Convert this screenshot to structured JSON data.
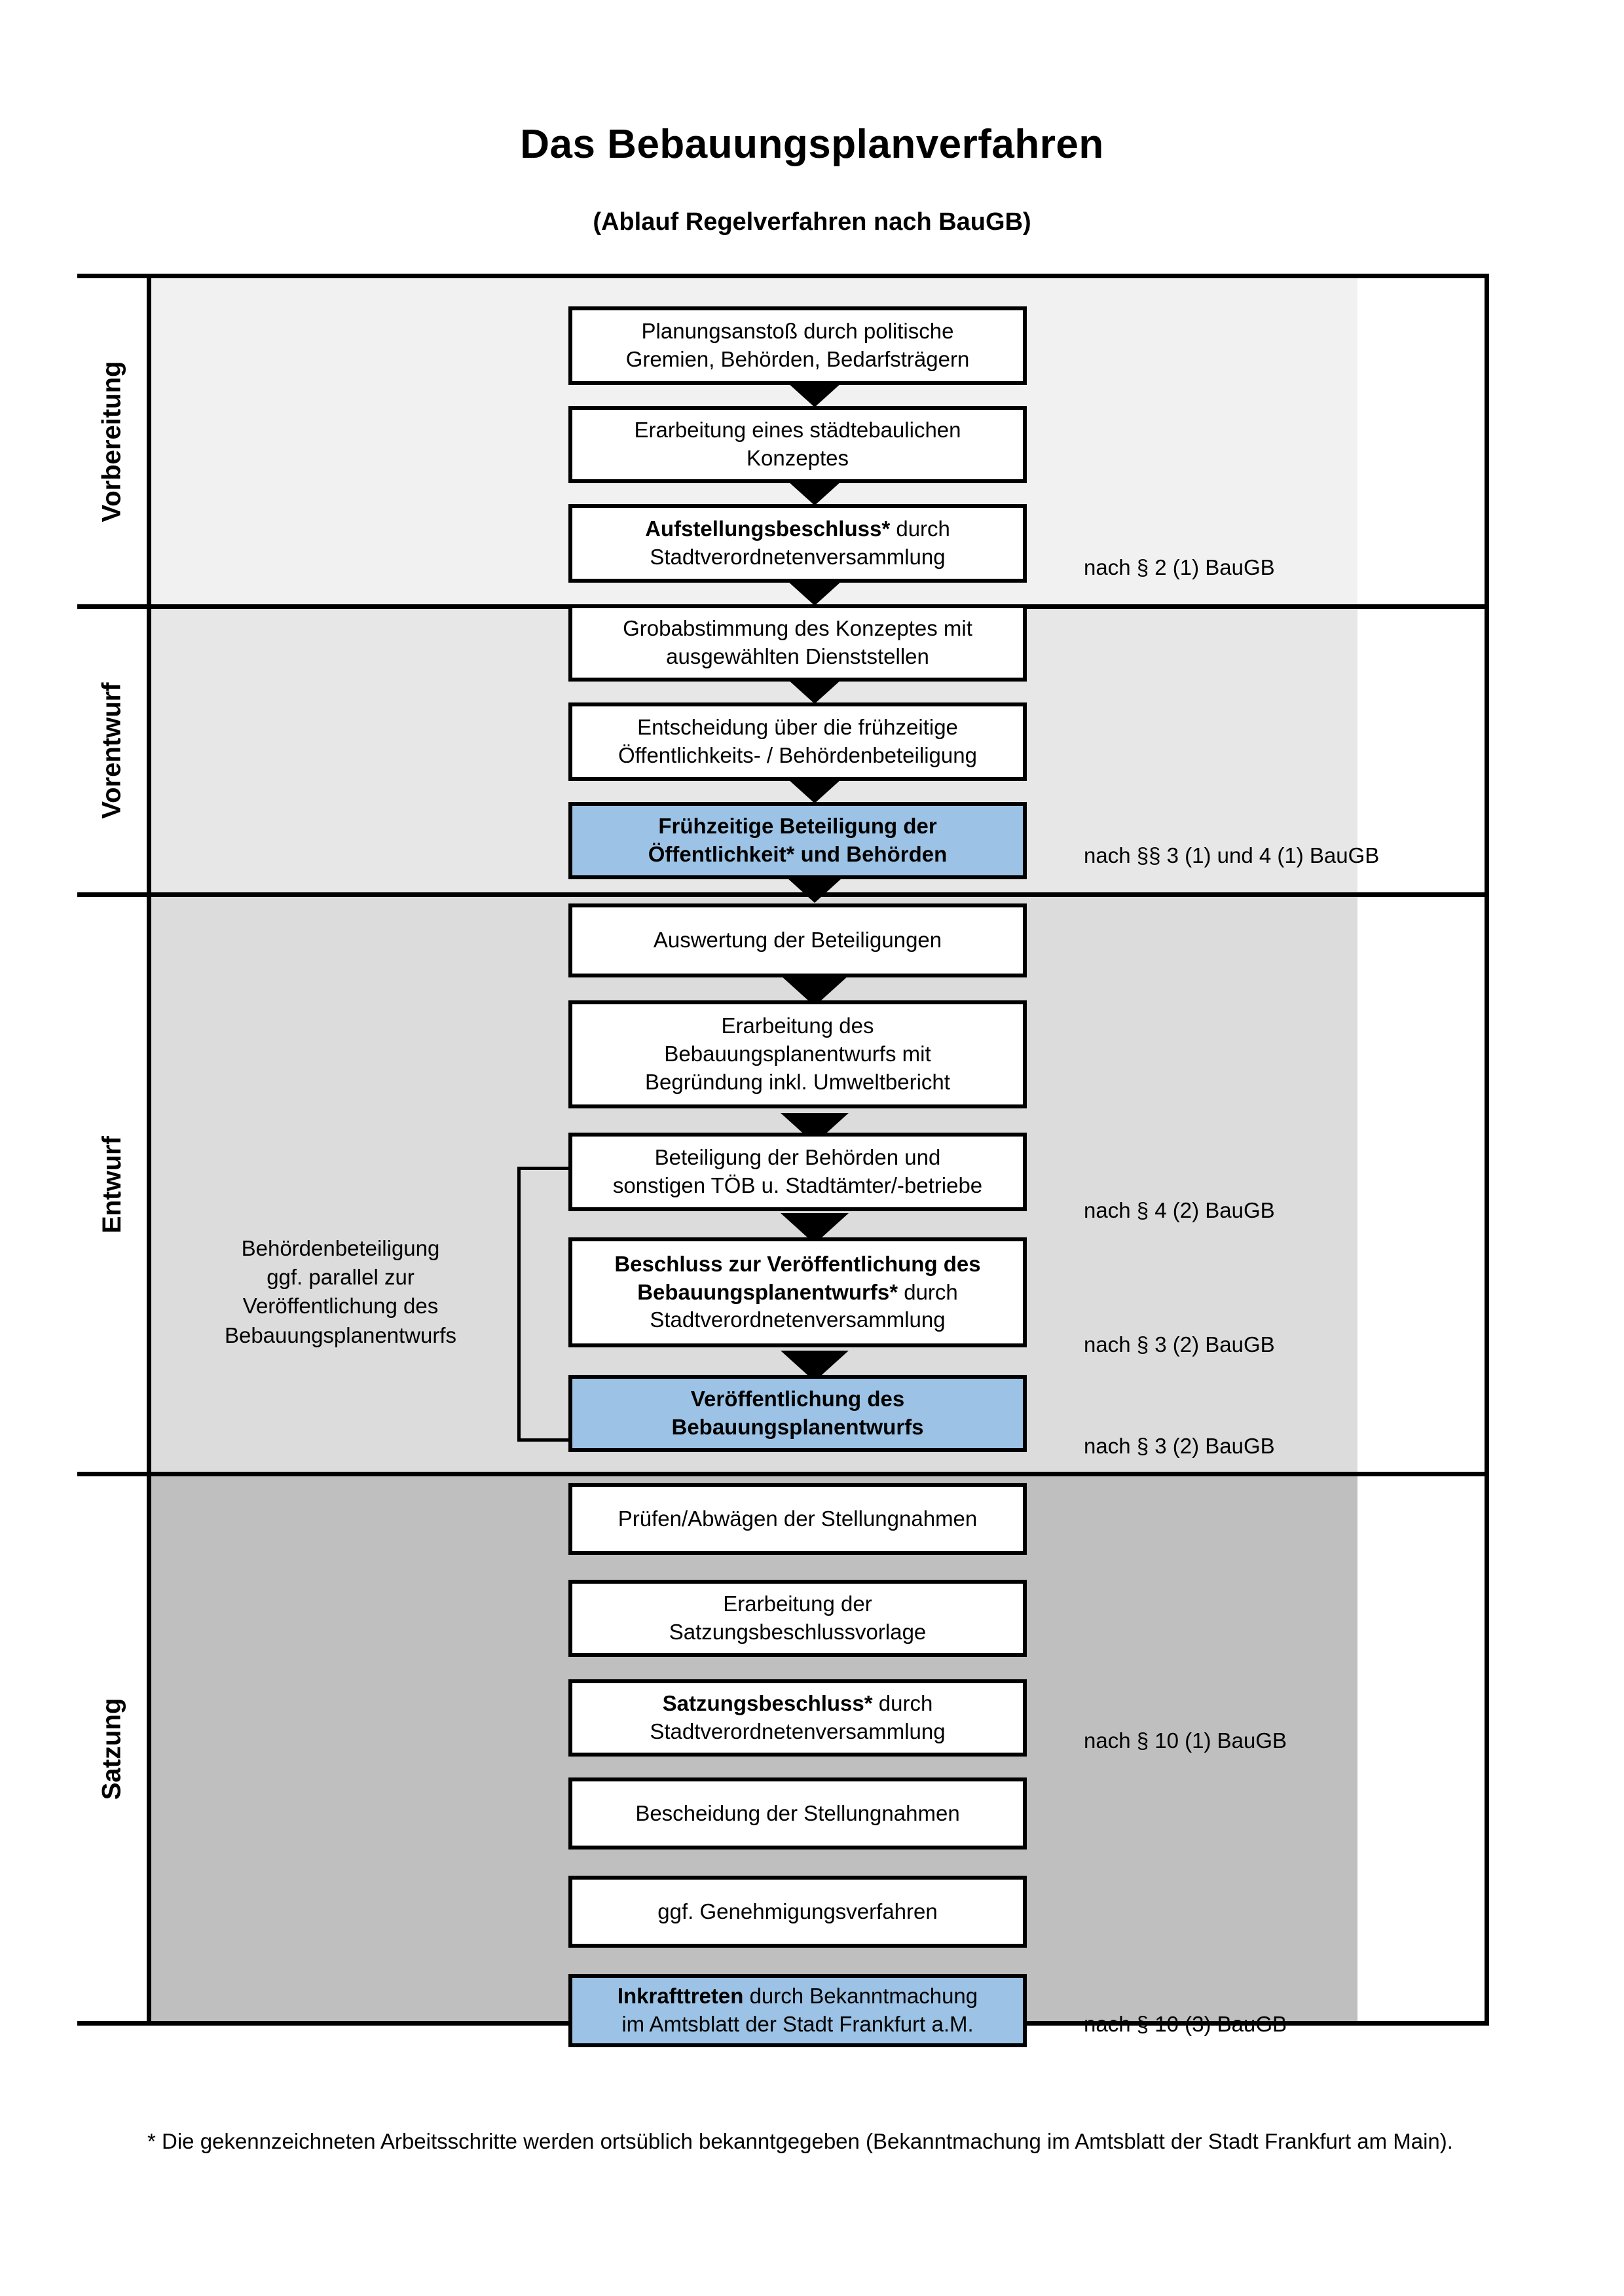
{
  "header": {
    "title": "Das Bebauungsplanverfahren",
    "subtitle": "(Ablauf Regelverfahren nach BauGB)"
  },
  "stages": [
    {
      "label": "Vorbereitung"
    },
    {
      "label": "Vorentwurf"
    },
    {
      "label": "Entwurf"
    },
    {
      "label": "Satzung"
    }
  ],
  "steps": [
    {
      "id": "planungsanstoss",
      "lines": [
        "Planungsanstoß durch politische",
        "Gremien, Behörden, Bedarfsträgern"
      ],
      "bold": false,
      "highlight": false
    },
    {
      "id": "staedtebauliches-konzept",
      "lines": [
        "Erarbeitung eines städtebaulichen",
        "Konzeptes"
      ],
      "bold": false,
      "highlight": false
    },
    {
      "id": "aufstellungsbeschluss",
      "lines": [
        "Aufstellungsbeschluss* durch",
        "Stadtverordnetenversammlung"
      ],
      "bold": true,
      "boldLine": 0,
      "highlight": false
    },
    {
      "id": "grobabstimmung",
      "lines": [
        "Grobabstimmung des Konzeptes mit",
        "ausgewählten Dienststellen"
      ],
      "bold": false,
      "highlight": false
    },
    {
      "id": "entscheidung-fruehzeitige-beteiligung",
      "lines": [
        "Entscheidung über die frühzeitige",
        "Öffentlichkeits- / Behördenbeteiligung"
      ],
      "bold": false,
      "highlight": false
    },
    {
      "id": "fruehzeitige-beteiligung",
      "lines": [
        "Frühzeitige Beteiligung der",
        "Öffentlichkeit* und Behörden"
      ],
      "bold": true,
      "highlight": true
    },
    {
      "id": "auswertung-beteiligungen",
      "lines": [
        "Auswertung der Beteiligungen"
      ],
      "bold": false,
      "highlight": false
    },
    {
      "id": "erarbeitung-bebauungsplanentwurf",
      "lines": [
        "Erarbeitung des",
        "Bebauungsplanentwurfs mit",
        "Begründung inkl. Umweltbericht"
      ],
      "bold": false,
      "highlight": false
    },
    {
      "id": "beteiligung-behoerden-toeb",
      "lines": [
        "Beteiligung der Behörden und",
        "sonstigen TÖB u. Stadtämter/-betriebe"
      ],
      "bold": false,
      "highlight": false
    },
    {
      "id": "beschluss-veroeffentlichung",
      "lines": [
        "Beschluss zur Veröffentlichung des",
        "Bebauungsplanentwurfs* durch",
        "Stadtverordnetenversammlung"
      ],
      "bold": true,
      "boldLine": 1,
      "highlight": false
    },
    {
      "id": "veroeffentlichung-entwurf",
      "lines": [
        "Veröffentlichung des",
        "Bebauungsplanentwurfs"
      ],
      "bold": true,
      "highlight": true
    },
    {
      "id": "pruefen-abwaegen",
      "lines": [
        "Prüfen/Abwägen der Stellungnahmen"
      ],
      "bold": false,
      "highlight": false
    },
    {
      "id": "satzungsbeschlussvorlage",
      "lines": [
        "Erarbeitung der",
        "Satzungsbeschlussvorlage"
      ],
      "bold": false,
      "highlight": false
    },
    {
      "id": "satzungsbeschluss",
      "lines": [
        "Satzungsbeschluss* durch",
        "Stadtverordnetenversammlung"
      ],
      "bold": true,
      "boldLine": 0,
      "highlight": false
    },
    {
      "id": "bescheidung-stellungnahmen",
      "lines": [
        "Bescheidung der Stellungnahmen"
      ],
      "bold": false,
      "highlight": false
    },
    {
      "id": "genehmigungsverfahren",
      "lines": [
        "ggf. Genehmigungsverfahren"
      ],
      "bold": false,
      "highlight": false
    },
    {
      "id": "inkrafttreten",
      "lines": [
        "Inkrafttreten durch Bekanntmachung",
        "im Amtsblatt der Stadt Frankfurt a.M."
      ],
      "bold": true,
      "boldLine": 0,
      "highlight": true
    }
  ],
  "step_text": {
    "s0_l0": "Planungsanstoß durch politische",
    "s0_l1": "Gremien, Behörden, Bedarfsträgern",
    "s1_l0": "Erarbeitung eines städtebaulichen",
    "s1_l1": "Konzeptes",
    "s2_b": "Aufstellungsbeschluss*",
    "s2_r": " durch",
    "s2_l1": "Stadtverordnetenversammlung",
    "s3_l0": "Grobabstimmung des Konzeptes mit",
    "s3_l1": "ausgewählten Dienststellen",
    "s4_l0": "Entscheidung über die frühzeitige",
    "s4_l1": "Öffentlichkeits- / Behördenbeteiligung",
    "s5_l0": "Frühzeitige Beteiligung der",
    "s5_l1": "Öffentlichkeit* und Behörden",
    "s6_l0": "Auswertung der Beteiligungen",
    "s7_l0": "Erarbeitung des",
    "s7_l1": "Bebauungsplanentwurfs mit",
    "s7_l2": "Begründung inkl. Umweltbericht",
    "s8_l0": "Beteiligung der Behörden und",
    "s8_l1": "sonstigen TÖB u. Stadtämter/-betriebe",
    "s9_l0": "Beschluss zur Veröffentlichung des",
    "s9_b": "Bebauungsplanentwurfs*",
    "s9_r": " durch",
    "s9_l2": "Stadtverordnetenversammlung",
    "s10_l0": "Veröffentlichung des",
    "s10_l1": "Bebauungsplanentwurfs",
    "s11_l0": "Prüfen/Abwägen der Stellungnahmen",
    "s12_l0": "Erarbeitung der",
    "s12_l1": "Satzungsbeschlussvorlage",
    "s13_b": "Satzungsbeschluss*",
    "s13_r": " durch",
    "s13_l1": "Stadtverordnetenversammlung",
    "s14_l0": "Bescheidung der Stellungnahmen",
    "s15_l0": "ggf. Genehmigungsverfahren",
    "s16_b": "Inkrafttreten",
    "s16_r": " durch Bekanntmachung",
    "s16_l1": "im Amtsblatt der Stadt Frankfurt a.M."
  },
  "side_note": {
    "l0": "Behördenbeteiligung",
    "l1": "ggf. parallel zur",
    "l2": "Veröffentlichung des",
    "l3": "Bebauungsplanentwurfs"
  },
  "law_refs": [
    {
      "id": "ref-par2-1",
      "text": "nach § 2 (1) BauGB"
    },
    {
      "id": "ref-par3-1-4-1",
      "text": "nach §§ 3 (1) und 4 (1) BauGB"
    },
    {
      "id": "ref-par4-2",
      "text": "nach § 4 (2) BauGB"
    },
    {
      "id": "ref-par3-2-a",
      "text": "nach § 3 (2) BauGB"
    },
    {
      "id": "ref-par3-2-b",
      "text": "nach § 3 (2) BauGB"
    },
    {
      "id": "ref-par10-1",
      "text": "nach § 10 (1) BauGB"
    },
    {
      "id": "ref-par10-3",
      "text": "nach § 10 (3) BauGB"
    }
  ],
  "footnote": {
    "text": "* Die gekennzeichneten Arbeitsschritte werden ortsüblich bekanntgegeben (Bekanntmachung im Amtsblatt  der Stadt Frankfurt am Main)."
  },
  "colors": {
    "highlight_fill": "#9CC3E5",
    "band_vorbereitung": "#F1F1F1",
    "band_vorentwurf": "#E7E7E7",
    "band_entwurf": "#DCDCDC",
    "band_satzung": "#BFBFBF",
    "border": "#000000"
  }
}
